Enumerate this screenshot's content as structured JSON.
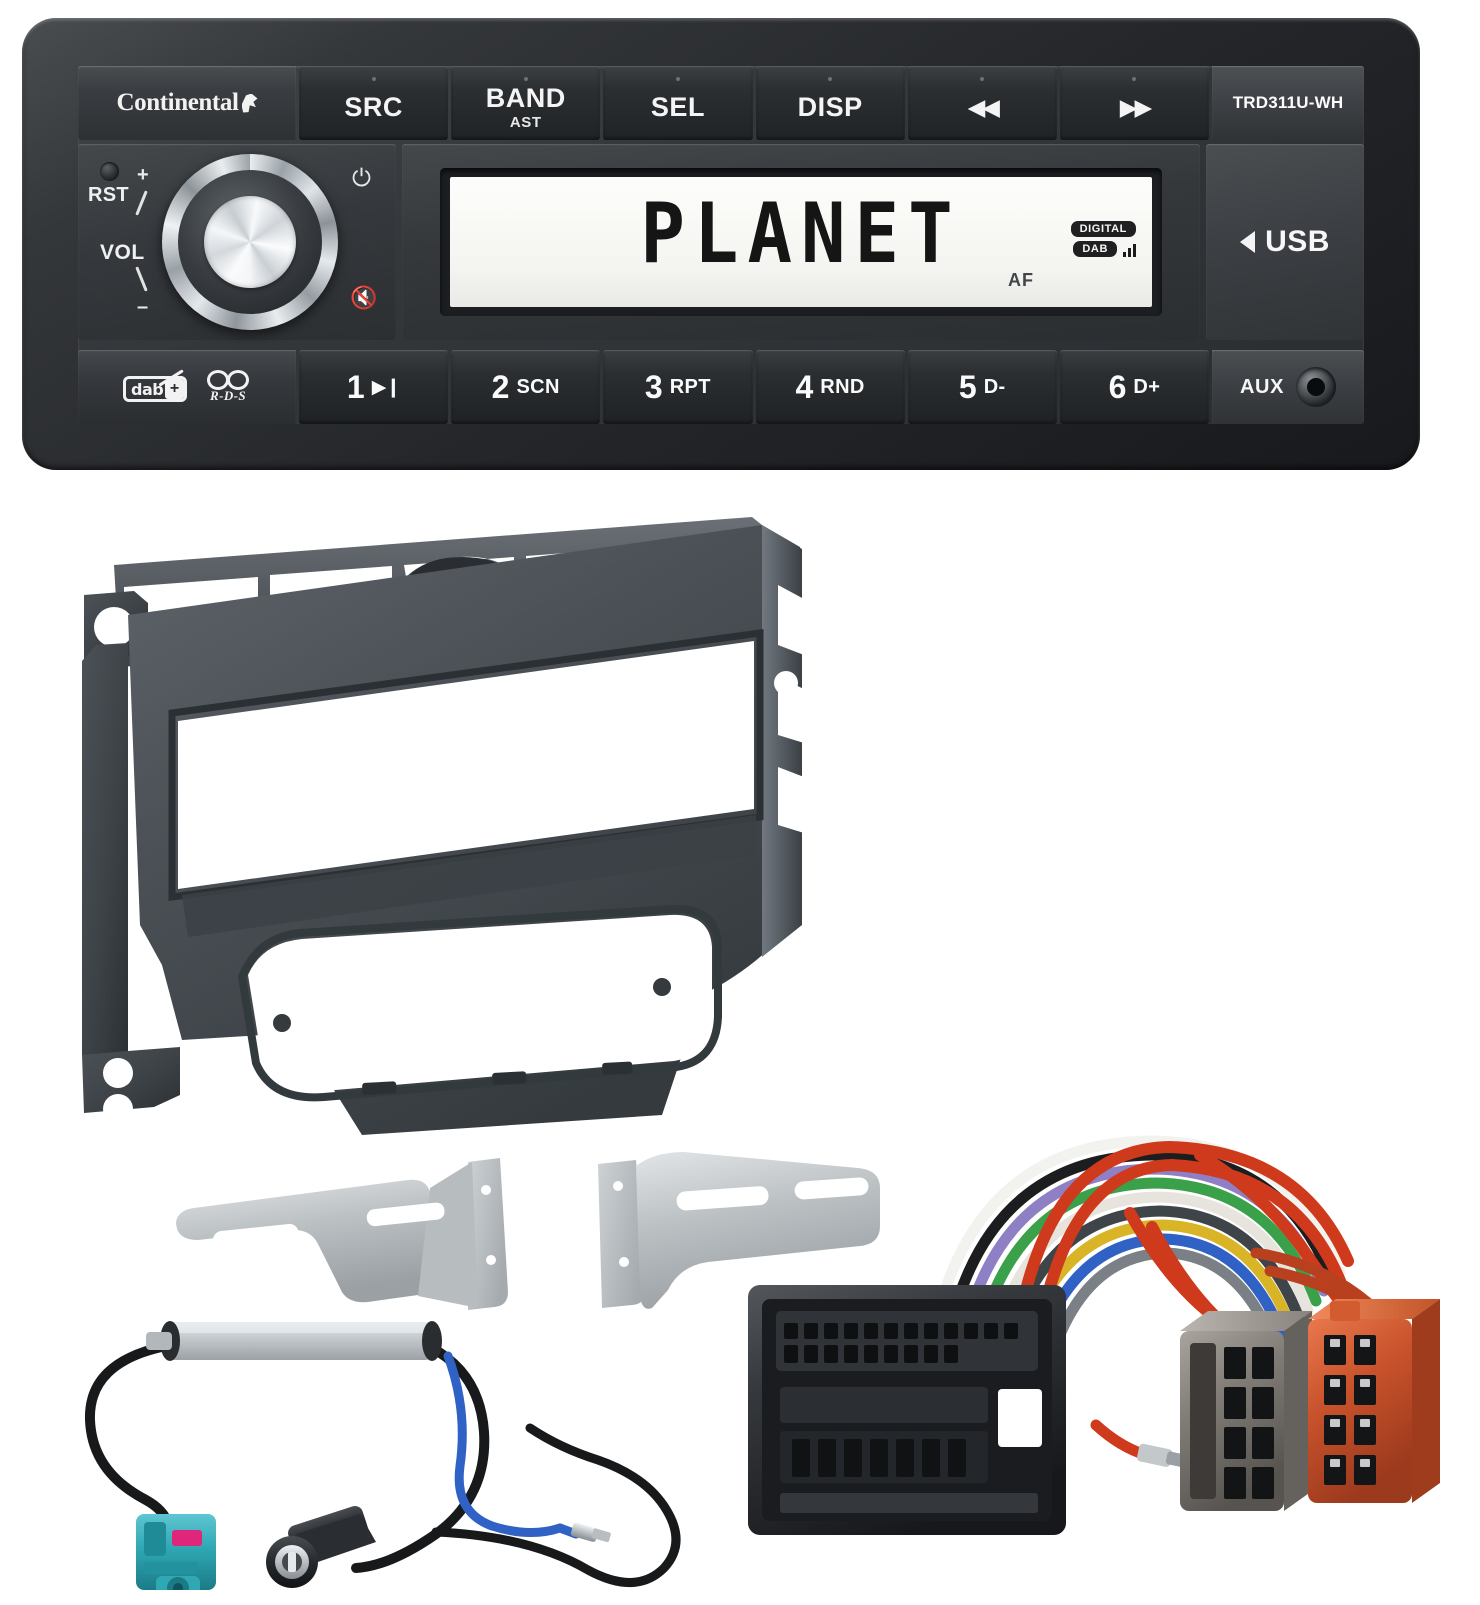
{
  "product": {
    "type": "car-stereo-installation-kit",
    "head_unit": {
      "brand": "Continental",
      "model": "TRD311U-WH",
      "top_buttons": [
        {
          "label": "SRC",
          "sub": ""
        },
        {
          "label": "BAND",
          "sub": "AST"
        },
        {
          "label": "SEL",
          "sub": ""
        },
        {
          "label": "DISP",
          "sub": ""
        },
        {
          "label": "◀◀",
          "sub": "",
          "icon": "rewind-icon"
        },
        {
          "label": "▶▶",
          "sub": "",
          "icon": "fast-forward-icon"
        }
      ],
      "knob": {
        "reset_label": "RST",
        "volume_label": "VOL",
        "plus": "+",
        "minus": "–",
        "power_icon": "power-icon",
        "mute_icon": "mute-icon"
      },
      "display": {
        "text": "PLANET",
        "badges": [
          "DIGITAL",
          "DAB"
        ],
        "signal_bars": 3,
        "af_indicator": "AF"
      },
      "usb": {
        "label": "USB",
        "arrow": "◀"
      },
      "logos": {
        "dab": "dab",
        "dab_plus": "+",
        "rds": "R-D-S"
      },
      "preset_buttons": [
        {
          "num": "1",
          "fn": "",
          "icon": "play-pause-icon"
        },
        {
          "num": "2",
          "fn": "SCN"
        },
        {
          "num": "3",
          "fn": "RPT"
        },
        {
          "num": "4",
          "fn": "RND"
        },
        {
          "num": "5",
          "fn": "D-"
        },
        {
          "num": "6",
          "fn": "D+"
        }
      ],
      "aux": {
        "label": "AUX"
      }
    },
    "accessories": {
      "fascia_panel": "double-din dashboard fascia adapter",
      "brackets": "pair of metal mounting brackets",
      "antenna_adapter": "FAKRA to DIN antenna adapter with phantom power",
      "wiring_harness": "quadlock to ISO wiring harness"
    },
    "colors": {
      "body": "#24262a",
      "face": "#33373a",
      "lcd": "#f6f6f3",
      "lcd_text": "#151515",
      "fascia": "#4a5055",
      "bracket": "#b4b9bc",
      "fakra_connector": "#2fa8b4",
      "iso_power": "#7c7872",
      "iso_speaker": "#c8522c"
    }
  }
}
